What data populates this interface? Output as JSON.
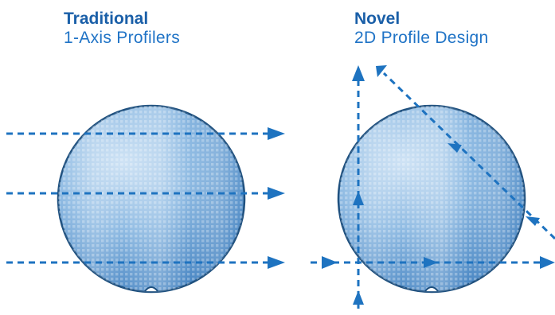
{
  "left_panel": {
    "title": "Traditional",
    "subtitle": "1-Axis Profilers"
  },
  "right_panel": {
    "title": "Novel",
    "subtitle": "2D Profile Design"
  },
  "colors": {
    "title_blue": "#1a5fa8",
    "subtitle_blue": "#1f73c6",
    "arrow_blue": "#1e73c0",
    "wafer_light": "#9cc4e6",
    "wafer_mid": "#5b95cf",
    "wafer_edge": "#1d4f7e"
  },
  "icons": {
    "wafer": "wafer-icon",
    "arrow": "dashed-arrow-icon"
  }
}
